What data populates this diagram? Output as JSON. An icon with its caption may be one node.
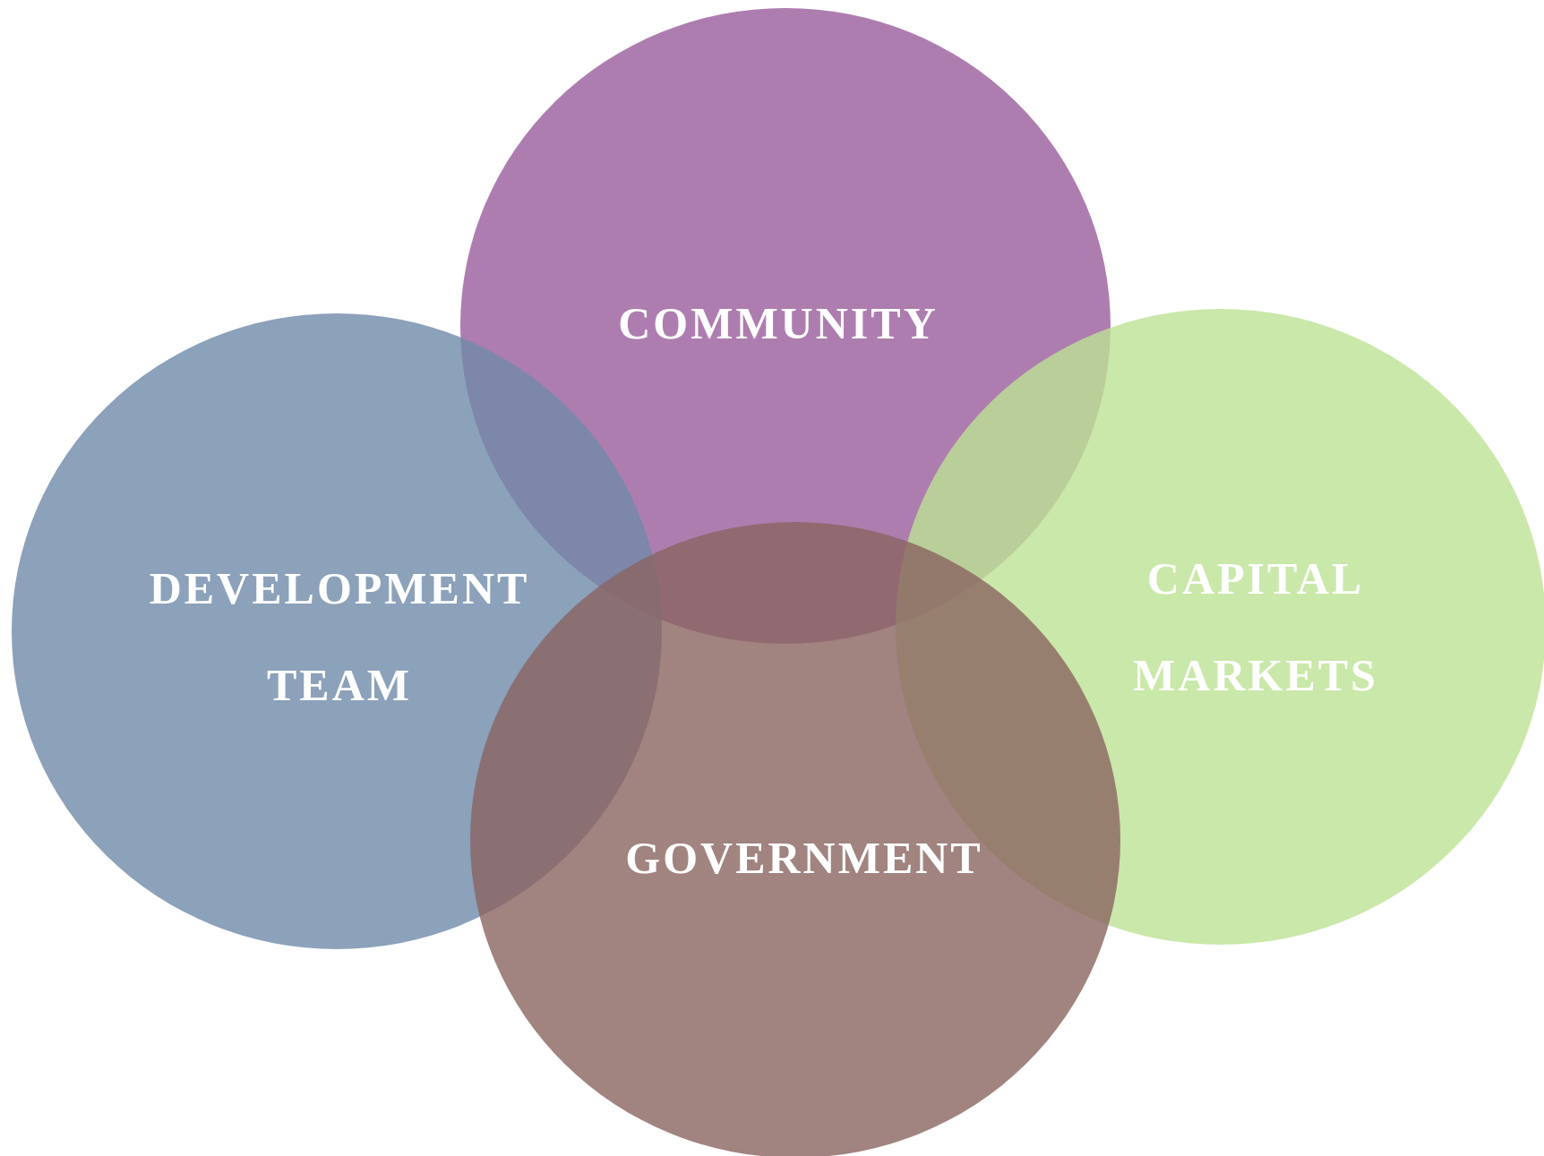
{
  "diagram": {
    "nodes": [
      {
        "text": [
          "COMMUNITY"
        ]
      },
      {
        "text": [
          "DEVELOPMENT TEAM"
        ]
      },
      {
        "text": [
          "CAPITAL MARKETS"
        ]
      },
      {
        "text": [
          "GOVERNMENT"
        ]
      }
    ]
  }
}
